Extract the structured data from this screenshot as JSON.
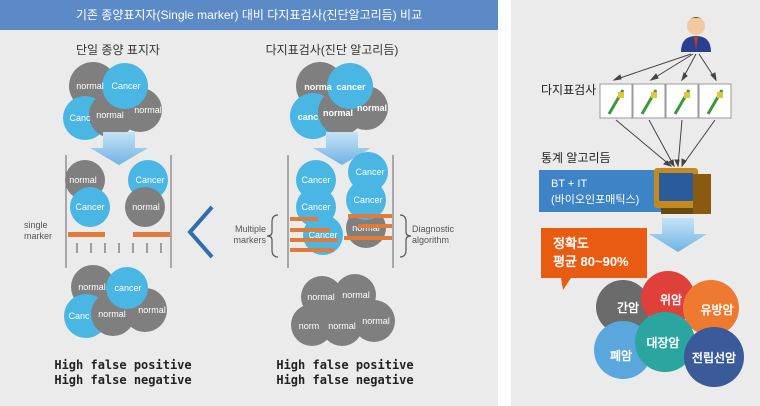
{
  "header": {
    "title": "기존 종양표지자(Single marker) 대비 다지표검사(진단알고리듬) 비교"
  },
  "left": {
    "title": "단일 종양 표지자",
    "side_label": [
      "single",
      "marker"
    ],
    "top_cluster": [
      "normal",
      "Cancer",
      "normal",
      "Canc",
      "normal"
    ],
    "middle_left": [
      "normal",
      "Cancer"
    ],
    "middle_right": [
      "Cancer",
      "normal"
    ],
    "bottom_cluster": [
      "normal",
      "cancer",
      "Canc",
      "normal",
      "normal"
    ],
    "footer": [
      "High false positive",
      "High false negative"
    ]
  },
  "middle": {
    "title": "다지표검사(진단 알고리듬)",
    "left_label": [
      "Multiple",
      "markers"
    ],
    "right_label": [
      "Diagnostic",
      "algorithm"
    ],
    "top_cluster": [
      "norma",
      "cancer",
      "normal",
      "canc",
      "normal"
    ],
    "middle_cluster": [
      "Cancer",
      "Cancer",
      "Cancer",
      "Cancer",
      "normal",
      "Cancer"
    ],
    "bottom_cluster": [
      "normal",
      "normal",
      "norm",
      "normal",
      "normal"
    ],
    "footer": [
      "High false positive",
      "High false negative"
    ]
  },
  "right": {
    "label_multi": "다지표검사",
    "label_stat": "통계 알고리듬",
    "bt_box": [
      "BT + IT",
      "(바이오인포매틱스)"
    ],
    "accuracy": [
      "정확도",
      "평균 80~90%"
    ],
    "cancers": [
      "간암",
      "위암",
      "유방암",
      "대장암",
      "폐암",
      "전립선암"
    ]
  },
  "colors": {
    "header_bg": "#5b8ac7",
    "panel_bg": "#ebebeb",
    "cancer_blue": "#49b6e4",
    "normal_gray": "#7f7f7f",
    "marker_orange": "#e07b3a",
    "arrow_blue": "#8fc6ea",
    "chevron_blue": "#2f6fb0"
  }
}
